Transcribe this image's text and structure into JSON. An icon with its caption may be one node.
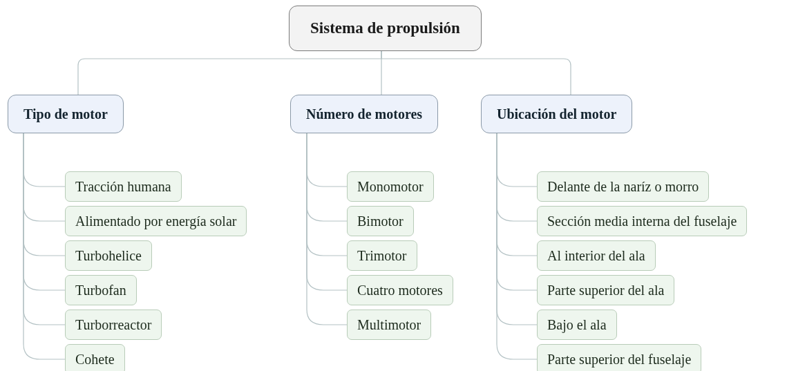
{
  "diagram": {
    "nodes": [
      {
        "text": [
          "Sistema de propulsión"
        ]
      },
      {
        "text": [
          "Tipo de motor"
        ]
      },
      {
        "text": [
          "Número de motores"
        ]
      },
      {
        "text": [
          "Ubicación del motor"
        ]
      },
      {
        "text": [
          "Tracción humana"
        ]
      },
      {
        "text": [
          "Alimentado por energía solar"
        ]
      },
      {
        "text": [
          "Turbohelice"
        ]
      },
      {
        "text": [
          "Turbofan"
        ]
      },
      {
        "text": [
          "Turborreactor"
        ]
      },
      {
        "text": [
          "Cohete"
        ]
      },
      {
        "text": [
          "Monomotor"
        ]
      },
      {
        "text": [
          "Bimotor"
        ]
      },
      {
        "text": [
          "Trimotor"
        ]
      },
      {
        "text": [
          "Cuatro motores"
        ]
      },
      {
        "text": [
          "Multimotor"
        ]
      },
      {
        "text": [
          "Delante de la naríz o morro"
        ]
      },
      {
        "text": [
          "Sección media interna del fuselaje"
        ]
      },
      {
        "text": [
          "Al interior del ala"
        ]
      },
      {
        "text": [
          "Parte superior del ala"
        ]
      },
      {
        "text": [
          "Bajo el ala"
        ]
      },
      {
        "text": [
          "Parte superior del fuselaje"
        ]
      }
    ],
    "edges": [
      {
        "from": 0,
        "to": 1,
        "arrow": "none"
      },
      {
        "from": 0,
        "to": 2,
        "arrow": "none"
      },
      {
        "from": 0,
        "to": 3,
        "arrow": "none"
      },
      {
        "from": 1,
        "to": 4,
        "arrow": "none"
      },
      {
        "from": 1,
        "to": 5,
        "arrow": "none"
      },
      {
        "from": 1,
        "to": 6,
        "arrow": "none"
      },
      {
        "from": 1,
        "to": 7,
        "arrow": "none"
      },
      {
        "from": 1,
        "to": 8,
        "arrow": "none"
      },
      {
        "from": 1,
        "to": 9,
        "arrow": "none"
      },
      {
        "from": 2,
        "to": 10,
        "arrow": "none"
      },
      {
        "from": 2,
        "to": 11,
        "arrow": "none"
      },
      {
        "from": 2,
        "to": 12,
        "arrow": "none"
      },
      {
        "from": 2,
        "to": 13,
        "arrow": "none"
      },
      {
        "from": 2,
        "to": 14,
        "arrow": "none"
      },
      {
        "from": 3,
        "to": 15,
        "arrow": "none"
      },
      {
        "from": 3,
        "to": 16,
        "arrow": "none"
      },
      {
        "from": 3,
        "to": 17,
        "arrow": "none"
      },
      {
        "from": 3,
        "to": 18,
        "arrow": "none"
      },
      {
        "from": 3,
        "to": 19,
        "arrow": "none"
      },
      {
        "from": 3,
        "to": 20,
        "arrow": "none"
      }
    ]
  }
}
